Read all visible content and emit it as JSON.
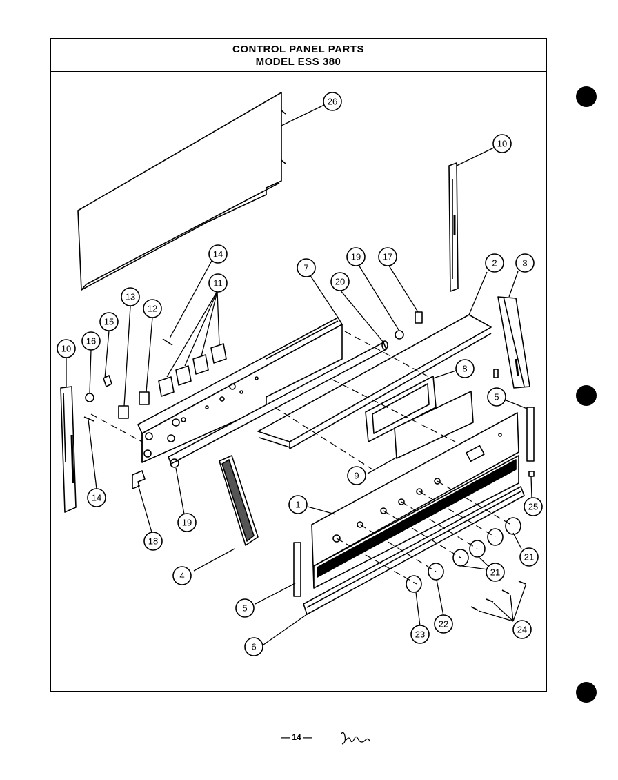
{
  "header": {
    "title_line1": "CONTROL PANEL PARTS",
    "title_line2": "MODEL ESS 380"
  },
  "callouts": [
    {
      "id": "c26",
      "label": "26"
    },
    {
      "id": "c10a",
      "label": "10"
    },
    {
      "id": "c14a",
      "label": "14"
    },
    {
      "id": "c11",
      "label": "11"
    },
    {
      "id": "c13",
      "label": "13"
    },
    {
      "id": "c12",
      "label": "12"
    },
    {
      "id": "c15",
      "label": "15"
    },
    {
      "id": "c16",
      "label": "16"
    },
    {
      "id": "c10b",
      "label": "10"
    },
    {
      "id": "c14b",
      "label": "14"
    },
    {
      "id": "c7",
      "label": "7"
    },
    {
      "id": "c20",
      "label": "20"
    },
    {
      "id": "c19a",
      "label": "19"
    },
    {
      "id": "c17",
      "label": "17"
    },
    {
      "id": "c2",
      "label": "2"
    },
    {
      "id": "c3",
      "label": "3"
    },
    {
      "id": "c8",
      "label": "8"
    },
    {
      "id": "c5a",
      "label": "5"
    },
    {
      "id": "c9",
      "label": "9"
    },
    {
      "id": "c25",
      "label": "25"
    },
    {
      "id": "c1",
      "label": "1"
    },
    {
      "id": "c19b",
      "label": "19"
    },
    {
      "id": "c18",
      "label": "18"
    },
    {
      "id": "c4",
      "label": "4"
    },
    {
      "id": "c5b",
      "label": "5"
    },
    {
      "id": "c6",
      "label": "6"
    },
    {
      "id": "c21a",
      "label": "21"
    },
    {
      "id": "c21b",
      "label": "21"
    },
    {
      "id": "c22",
      "label": "22"
    },
    {
      "id": "c23",
      "label": "23"
    },
    {
      "id": "c24",
      "label": "24"
    }
  ],
  "footer": {
    "page_number": "— 14 —"
  }
}
